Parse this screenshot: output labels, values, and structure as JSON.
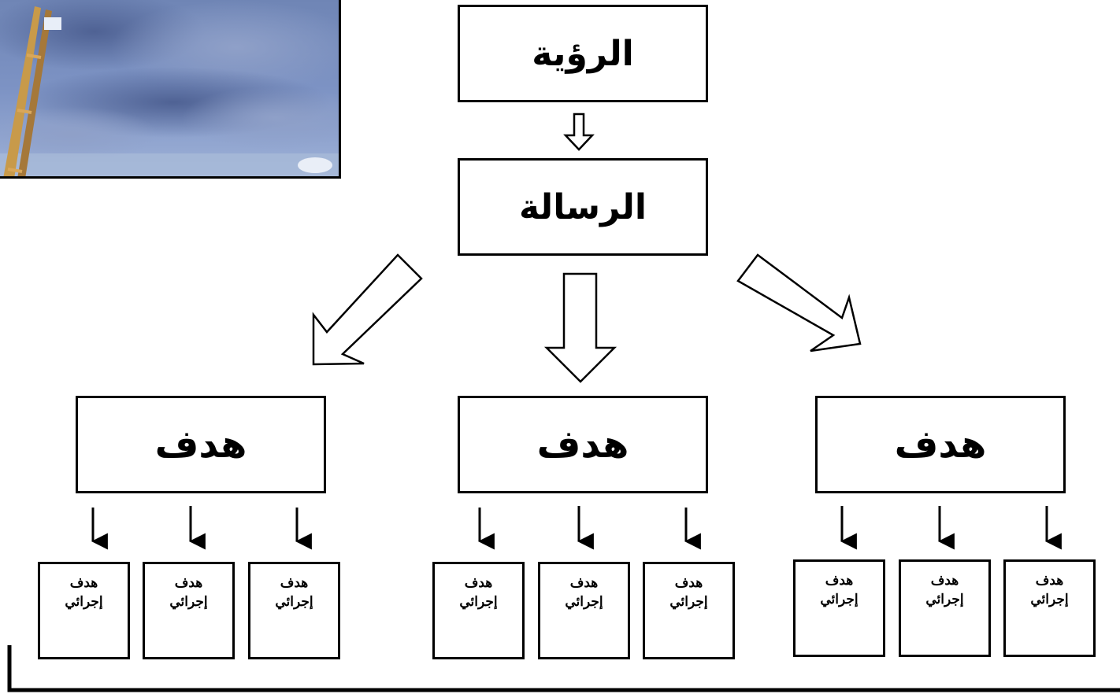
{
  "vision": {
    "label": "الرؤية"
  },
  "mission": {
    "label": "الرسالة"
  },
  "goals": [
    {
      "label": "هدف",
      "subgoals": [
        {
          "line1": "هدف",
          "line2": "إجرائي"
        },
        {
          "line1": "هدف",
          "line2": "إجرائي"
        },
        {
          "line1": "هدف",
          "line2": "إجرائي"
        }
      ]
    },
    {
      "label": "هدف",
      "subgoals": [
        {
          "line1": "هدف",
          "line2": "إجرائي"
        },
        {
          "line1": "هدف",
          "line2": "إجرائي"
        },
        {
          "line1": "هدف",
          "line2": "إجرائي"
        }
      ]
    },
    {
      "label": "هدف",
      "subgoals": [
        {
          "line1": "هدف",
          "line2": "إجرائي"
        },
        {
          "line1": "هدف",
          "line2": "إجرائي"
        },
        {
          "line1": "هدف",
          "line2": "إجرائي"
        }
      ]
    }
  ],
  "photo": {
    "description_icon": "cloudy-sky-ladder-image"
  }
}
